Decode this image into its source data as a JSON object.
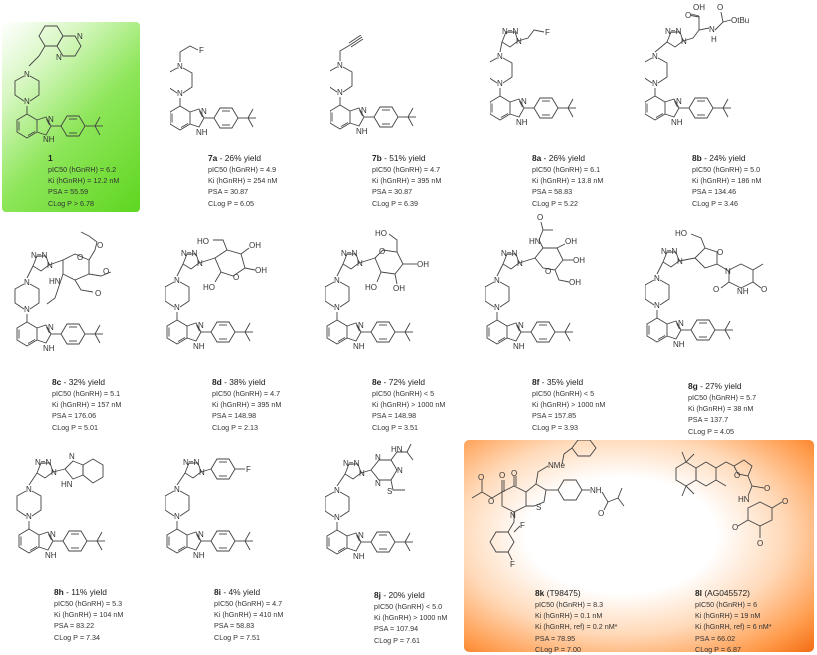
{
  "figure": {
    "highlight_colors": {
      "reference_lead": "#5fd620",
      "literature_controls": "#f26c12"
    },
    "compounds": [
      {
        "id": "1",
        "label": "1",
        "yield": "",
        "substituent": "quinoxalin-5-ylmethyl",
        "pIC50": "pIC50 (hGnRH) = 6.2",
        "Ki": "Ki (hGnRH) = 12.2 nM",
        "PSA": "PSA = 55.59",
        "ClogP": "CLog P > 6.78",
        "highlight": "green"
      },
      {
        "id": "7a",
        "label": "7a",
        "yield": " - 26% yield",
        "substituent": "2-fluoroethyl",
        "pIC50": "pIC50 (hGnRH) = 4.9",
        "Ki": "Ki (hGnRH) = 254 nM",
        "PSA": "PSA = 30.87",
        "ClogP": "CLog P = 6.05"
      },
      {
        "id": "7b",
        "label": "7b",
        "yield": " - 51% yield",
        "substituent": "propargyl",
        "pIC50": "pIC50 (hGnRH) = 4.7",
        "Ki": "Ki (hGnRH) = 395 nM",
        "PSA": "PSA = 30.87",
        "ClogP": "CLog P = 6.39"
      },
      {
        "id": "8a",
        "label": "8a",
        "yield": " - 26% yield",
        "substituent": "triazole-CH2CH2F",
        "pIC50": "pIC50 (hGnRH) = 6.1",
        "Ki": "Ki (hGnRH) = 13.8 nM",
        "PSA": "PSA = 58.83",
        "ClogP": "CLog P = 5.22"
      },
      {
        "id": "8b",
        "label": "8b",
        "yield": " - 24% yield",
        "substituent": "triazole-Boc-alanine",
        "pIC50": "pIC50 (hGnRH) = 5.0",
        "Ki": "Ki (hGnRH) = 186 nM",
        "PSA": "PSA = 134.46",
        "ClogP": "CLog P = 3.46"
      },
      {
        "id": "8c",
        "label": "8c",
        "yield": " - 32% yield",
        "substituent": "triazole-acetylated GlcNAc",
        "pIC50": "pIC50 (hGnRH) = 5.1",
        "Ki": "Ki (hGnRH) = 157 nM",
        "PSA": "PSA = 176.06",
        "ClogP": "CLog P = 5.01"
      },
      {
        "id": "8d",
        "label": "8d",
        "yield": " - 38% yield",
        "substituent": "triazole-sugar",
        "pIC50": "pIC50 (hGnRH) = 4.7",
        "Ki": "Ki (hGnRH) = 395 nM",
        "PSA": "PSA = 148.98",
        "ClogP": "CLog P = 2.13"
      },
      {
        "id": "8e",
        "label": "8e",
        "yield": " - 72% yield",
        "substituent": "triazole-glucose",
        "pIC50": "pIC50 (hGnRH) < 5",
        "Ki": "Ki (hGnRH) > 1000  nM",
        "PSA": "PSA = 148.98",
        "ClogP": "CLog P = 3.51"
      },
      {
        "id": "8f",
        "label": "8f",
        "yield": " - 35% yield",
        "substituent": "triazole-GlcNAc",
        "pIC50": "pIC50 (hGnRH) < 5",
        "Ki": "Ki (hGnRH) > 1000 nM",
        "PSA": "PSA = 157.85",
        "ClogP": "CLog P = 3.93"
      },
      {
        "id": "8g",
        "label": "8g",
        "yield": " - 27% yield",
        "substituent": "triazole-thymidine",
        "pIC50": "pIC50 (hGnRH) = 5.7",
        "Ki": "Ki (hGnRH) = 38 nM",
        "PSA": "PSA = 137.7",
        "ClogP": "CLog P = 4.05"
      },
      {
        "id": "8h",
        "label": "8h",
        "yield": " - 11% yield",
        "substituent": "triazole-benzimidazole",
        "pIC50": "pIC50 (hGnRH) = 5.3",
        "Ki": "Ki (hGnRH) = 104 nM",
        "PSA": "PSA = 83.22",
        "ClogP": "CLog P = 7.34"
      },
      {
        "id": "8i",
        "label": "8i",
        "yield": " - 4% yield",
        "substituent": "triazole-4-fluorophenyl",
        "pIC50": "pIC50 (hGnRH) = 4.7",
        "Ki": "Ki (hGnRH) = 410  nM",
        "PSA": "PSA = 58.83",
        "ClogP": "CLog P = 7.51"
      },
      {
        "id": "8j",
        "label": "8j",
        "yield": " - 20% yield",
        "substituent": "triazole-triazine",
        "pIC50": "pIC50 (hGnRH) < 5.0",
        "Ki": "Ki (hGnRH) > 1000  nM",
        "PSA": "PSA = 107.94",
        "ClogP": "CLog P = 7.61"
      },
      {
        "id": "8k",
        "label": "8k",
        "yield": " (T98475)",
        "substituent": "thienopyridinone",
        "pIC50": "pIC50 (hGnRH) = 8.3",
        "Ki": "Ki (hGnRH) = 0.1 nM",
        "Ki_ref": "Ki (hGnRH, ref) = 0.2 nM*",
        "PSA": "PSA = 78.95",
        "ClogP": "CLog P = 7.00",
        "highlight": "orange"
      },
      {
        "id": "8l",
        "label": "8l",
        "yield": " (AG045572)",
        "substituent": "furan amide",
        "pIC50": "pIC50 (hGnRH) = 6",
        "Ki": "Ki (hGnRH) = 19 nM",
        "Ki_ref": "Ki (hGnRH, ref) = 6 nM*",
        "PSA": "PSA = 66.02",
        "ClogP": "CLog P = 6.87",
        "highlight": "orange"
      }
    ],
    "atom_labels": {
      "N": "N",
      "H": "H",
      "NH": "NH",
      "HN": "HN",
      "F": "F",
      "O": "O",
      "S": "S",
      "OH": "OH",
      "HO": "HO",
      "OtBu": "OtBu",
      "NMe": "NMe",
      "NNN": "N=N"
    }
  }
}
